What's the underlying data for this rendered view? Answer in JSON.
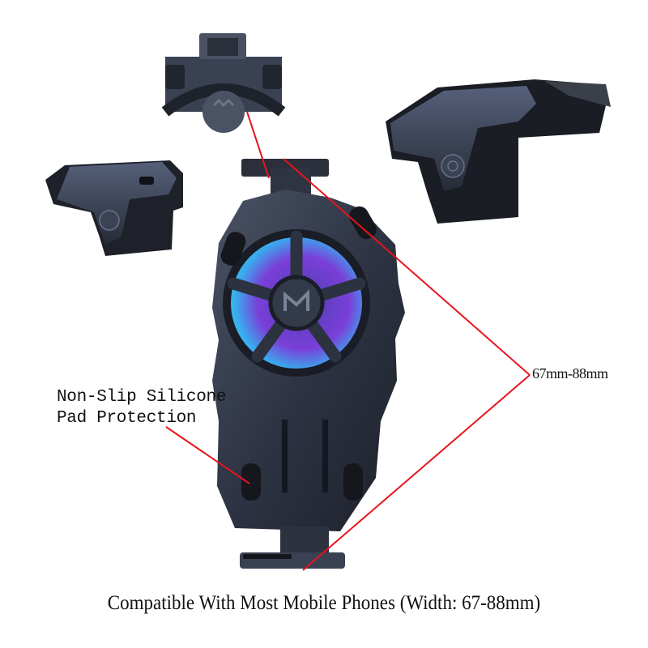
{
  "annotations": {
    "pad_protection": {
      "line1": "Non-Slip Silicone",
      "line2": "Pad Protection"
    },
    "width_range": "67mm-88mm"
  },
  "caption": "Compatible With Most Mobile Phones (Width: 67-88mm)",
  "colors": {
    "background": "#ffffff",
    "annotation_line": "#e8141c",
    "body": "#2f3646",
    "body_dark": "#1b1e26",
    "fan_purple": "#7a3fd8",
    "fan_cyan": "#35d8f0",
    "text": "#111111"
  },
  "product_views": [
    {
      "name": "top-detail-inset"
    },
    {
      "name": "left-trigger"
    },
    {
      "name": "right-trigger"
    },
    {
      "name": "main-cooler-front"
    }
  ]
}
